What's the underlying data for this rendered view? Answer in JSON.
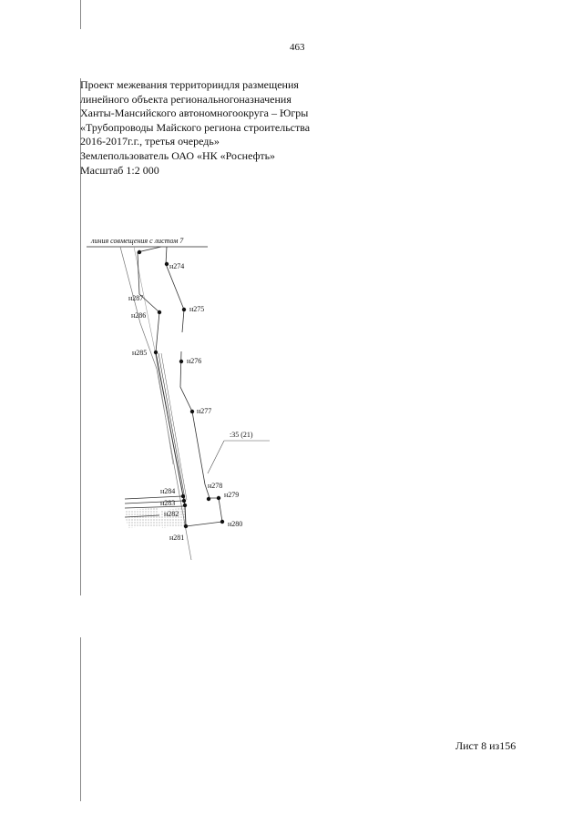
{
  "page_number": "463",
  "header_lines": [
    "Проект межевания территориидля размещения",
    "линейного объекта региональногоназначения",
    "Ханты-Мансийского автономногоокруга – Югры",
    "«Трубопроводы Майского региона строительства",
    "2016-2017г.г., третья очередь»",
    "Землепользователь ОАО «НК «Роснефть»",
    "Масштаб 1:2 000"
  ],
  "map": {
    "match_line_label": "линия совмещения с листом 7",
    "parcel_label": ":35 (21)",
    "points": [
      "н274",
      "н275",
      "н276",
      "н277",
      "н278",
      "н279",
      "н280",
      "н281",
      "н282",
      "н283",
      "н284",
      "н285",
      "н286",
      "н287"
    ]
  },
  "sheet_label": "Лист 8 из156"
}
